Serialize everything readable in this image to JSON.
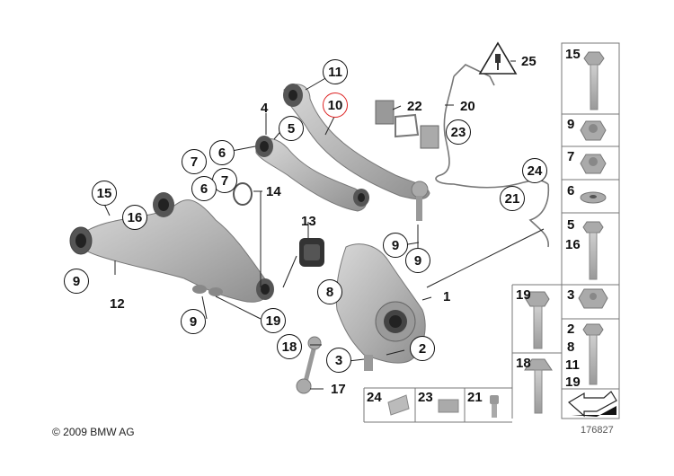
{
  "diagram": {
    "title": "Rear axle suspension parts diagram",
    "highlighted_callout": "10",
    "highlight_color": "#dd2222",
    "callouts": [
      {
        "id": "c11",
        "label": "11",
        "style": "circle"
      },
      {
        "id": "c10",
        "label": "10",
        "style": "circle",
        "highlighted": true
      },
      {
        "id": "c4",
        "label": "4",
        "style": "plain"
      },
      {
        "id": "c5",
        "label": "5",
        "style": "circle"
      },
      {
        "id": "c6a",
        "label": "6",
        "style": "circle"
      },
      {
        "id": "c7a",
        "label": "7",
        "style": "circle"
      },
      {
        "id": "c7b",
        "label": "7",
        "style": "circle"
      },
      {
        "id": "c6b",
        "label": "6",
        "style": "circle"
      },
      {
        "id": "c14",
        "label": "14",
        "style": "plain"
      },
      {
        "id": "c15",
        "label": "15",
        "style": "circle"
      },
      {
        "id": "c16",
        "label": "16",
        "style": "circle"
      },
      {
        "id": "c13",
        "label": "13",
        "style": "plain"
      },
      {
        "id": "c9a",
        "label": "9",
        "style": "circle"
      },
      {
        "id": "c9b",
        "label": "9",
        "style": "circle"
      },
      {
        "id": "c9c",
        "label": "9",
        "style": "circle"
      },
      {
        "id": "c9d",
        "label": "9",
        "style": "circle"
      },
      {
        "id": "c12",
        "label": "12",
        "style": "plain"
      },
      {
        "id": "c8",
        "label": "8",
        "style": "circle"
      },
      {
        "id": "c1",
        "label": "1",
        "style": "plain"
      },
      {
        "id": "c19",
        "label": "19",
        "style": "circle"
      },
      {
        "id": "c18",
        "label": "18",
        "style": "circle"
      },
      {
        "id": "c3",
        "label": "3",
        "style": "circle"
      },
      {
        "id": "c2",
        "label": "2",
        "style": "circle"
      },
      {
        "id": "c17",
        "label": "17",
        "style": "plain"
      },
      {
        "id": "c22",
        "label": "22",
        "style": "plain"
      },
      {
        "id": "c20",
        "label": "20",
        "style": "plain"
      },
      {
        "id": "c23",
        "label": "23",
        "style": "circle"
      },
      {
        "id": "c25",
        "label": "25",
        "style": "plain"
      },
      {
        "id": "c24",
        "label": "24",
        "style": "circle"
      },
      {
        "id": "c21",
        "label": "21",
        "style": "circle"
      }
    ]
  },
  "side_panel": {
    "cells": [
      {
        "labels": [
          "15"
        ],
        "part": "bolt-long"
      },
      {
        "labels": [
          "9"
        ],
        "part": "collar-nut"
      },
      {
        "labels": [
          "7"
        ],
        "part": "collar-nut"
      },
      {
        "labels": [
          "6"
        ],
        "part": "washer"
      },
      {
        "labels": [
          "5",
          "16"
        ],
        "part": "bolt-long"
      },
      {
        "labels": [
          "19"
        ],
        "part": "bolt"
      },
      {
        "labels": [
          "3"
        ],
        "part": "collar-nut"
      },
      {
        "labels": [
          "2",
          "8",
          "11",
          "19"
        ],
        "part": "bolt"
      },
      {
        "labels": [
          "18"
        ],
        "part": "bolt-flange"
      },
      {
        "labels": [],
        "part": "direction-arrow"
      }
    ],
    "bottom_row": [
      {
        "labels": [
          "24"
        ],
        "part": "clip"
      },
      {
        "labels": [
          "23"
        ],
        "part": "cable-holder"
      },
      {
        "labels": [
          "21"
        ],
        "part": "screw"
      }
    ]
  },
  "footer": {
    "copyright": "© 2009 BMW AG",
    "part_number": "176827"
  }
}
